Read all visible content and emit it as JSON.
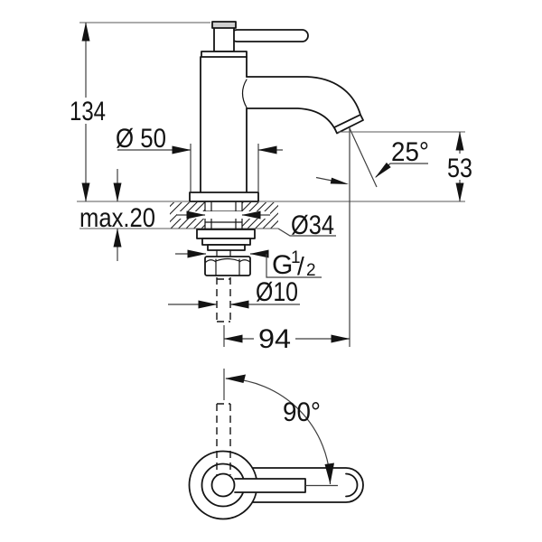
{
  "drawing": {
    "type": "faucet-installation-technical-drawing",
    "background_color": "#ffffff",
    "outline_color": "#141414",
    "dimension_line_color": "#3f3f3f",
    "dimensions": {
      "total_height": "134",
      "base_diameter": "Ø 50",
      "spout_angle": "25°",
      "outlet_height": "53",
      "max_deck_thickness": "max.20",
      "hole_diameter": "Ø34",
      "thread": {
        "prefix": "G",
        "numerator": "1",
        "separator": "/",
        "denominator": "2"
      },
      "supply_pipe_diameter": "Ø10",
      "spout_reach": "94",
      "handle_swing_angle": "90°"
    }
  }
}
